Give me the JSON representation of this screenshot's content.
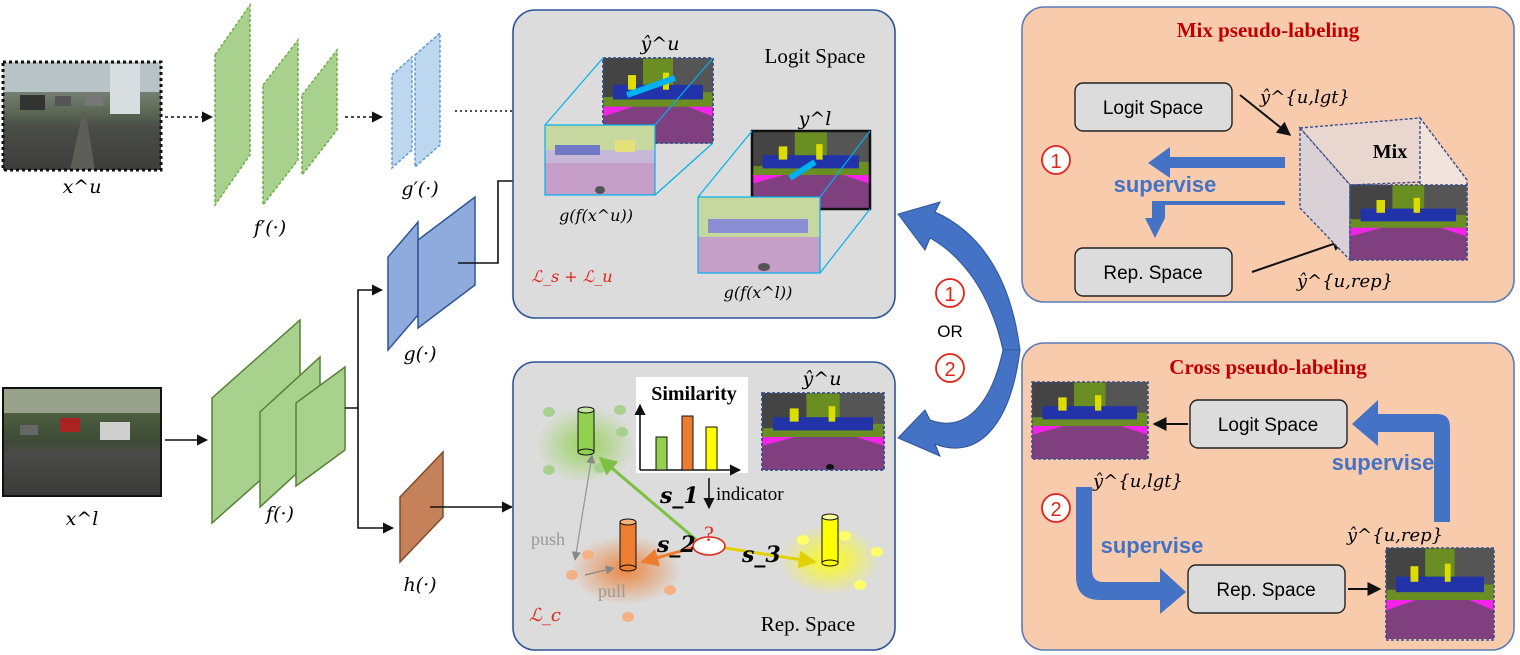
{
  "inputs": {
    "unlabeled": "x^u",
    "labeled": "x^l"
  },
  "functions": {
    "f_prime": "f′(·)",
    "g_prime": "g′(·)",
    "g": "g(·)",
    "f": "f(·)",
    "h": "h(·)"
  },
  "logit_space": {
    "title": "Logit Space",
    "y_hat_u": "ŷ^u",
    "y_l": "y^l",
    "g_f_xu": "g(f(x^u))",
    "g_f_xl": "g(f(x^l))",
    "loss": "ℒ_s + ℒ_u"
  },
  "rep_space": {
    "title": "Rep. Space",
    "similarity": "Similarity",
    "indicator": "indicator",
    "y_hat_u": "ŷ^u",
    "s1": "s_1",
    "s2": "s_2",
    "s3": "s_3",
    "push": "push",
    "pull": "pull",
    "loss": "ℒ_c",
    "question": "?"
  },
  "middle": {
    "one": "1",
    "or": "OR",
    "two": "2"
  },
  "mix_panel": {
    "title": "Mix pseudo-labeling",
    "logit_space": "Logit Space",
    "rep_space": "Rep. Space",
    "supervise": "supervise",
    "mix": "Mix",
    "y_lgt": "ŷ^{u,lgt}",
    "y_rep": "ŷ^{u,rep}",
    "number": "1"
  },
  "cross_panel": {
    "title": "Cross pseudo-labeling",
    "logit_space": "Logit Space",
    "rep_space": "Rep. Space",
    "supervise_right": "supervise",
    "supervise_left": "supervise",
    "y_lgt": "ŷ^{u,lgt}",
    "y_rep": "ŷ^{u,rep}",
    "number": "2"
  },
  "colors": {
    "panel_gray": "#dcdcdc",
    "panel_orange": "#f8cbad",
    "title_red": "#c00000",
    "supervise_blue": "#4472c4",
    "encoder_green": "#a9d18e",
    "decoder_blue": "#8faadc",
    "head_brown": "#c5825a",
    "loss_red": "#e2231a"
  },
  "icons": {
    "photo": "street-scene-photo",
    "segmentation": "segmentation-map",
    "cylinder": "cylinder-icon",
    "arrow": "curved-arrow-icon"
  }
}
